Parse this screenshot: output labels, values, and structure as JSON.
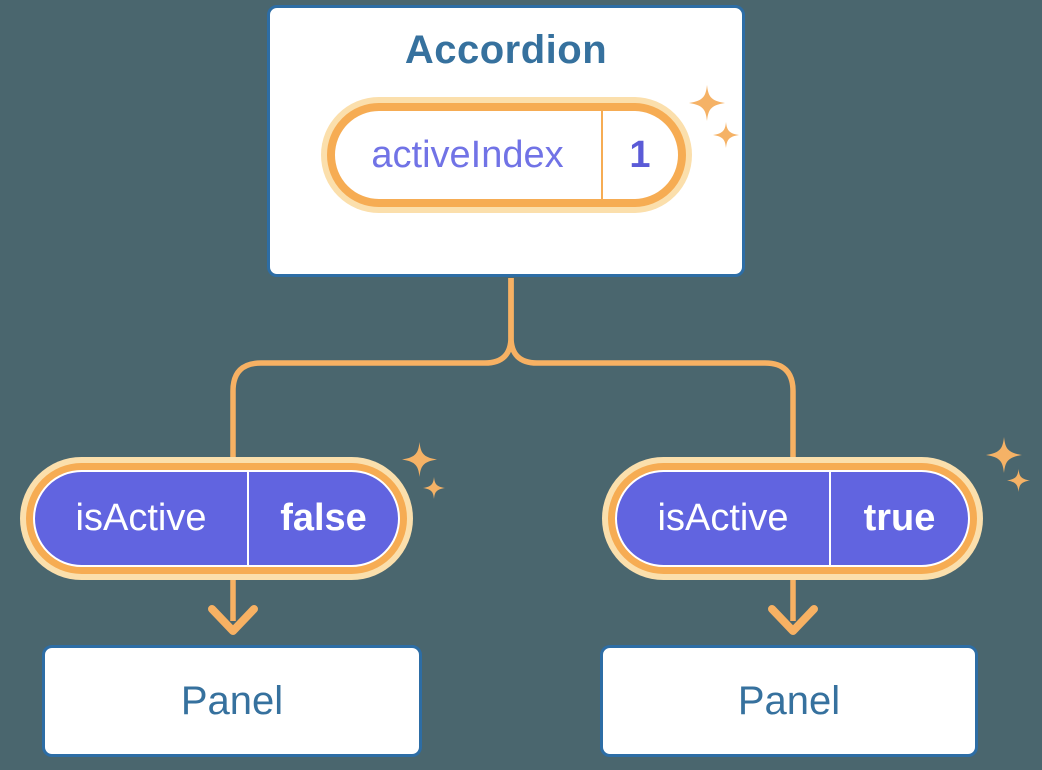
{
  "colors": {
    "background": "#4A666E",
    "card-border": "#2D6DA5",
    "heading-text": "#36719E",
    "orange-ring": "#F6AC53",
    "orange-glow": "#FBDFAC",
    "orange-line": "#F7B163",
    "sparkle": "#F5B266",
    "purple-fill": "#6164E0",
    "purple-divider": "#FFFFFF",
    "state-name-text": "#7173E6",
    "state-value-text": "#5B5BD7"
  },
  "accordion": {
    "title": "Accordion",
    "state": {
      "name": "activeIndex",
      "value": "1"
    }
  },
  "children": [
    {
      "prop_name": "isActive",
      "prop_value": "false",
      "panel_label": "Panel"
    },
    {
      "prop_name": "isActive",
      "prop_value": "true",
      "panel_label": "Panel"
    }
  ]
}
